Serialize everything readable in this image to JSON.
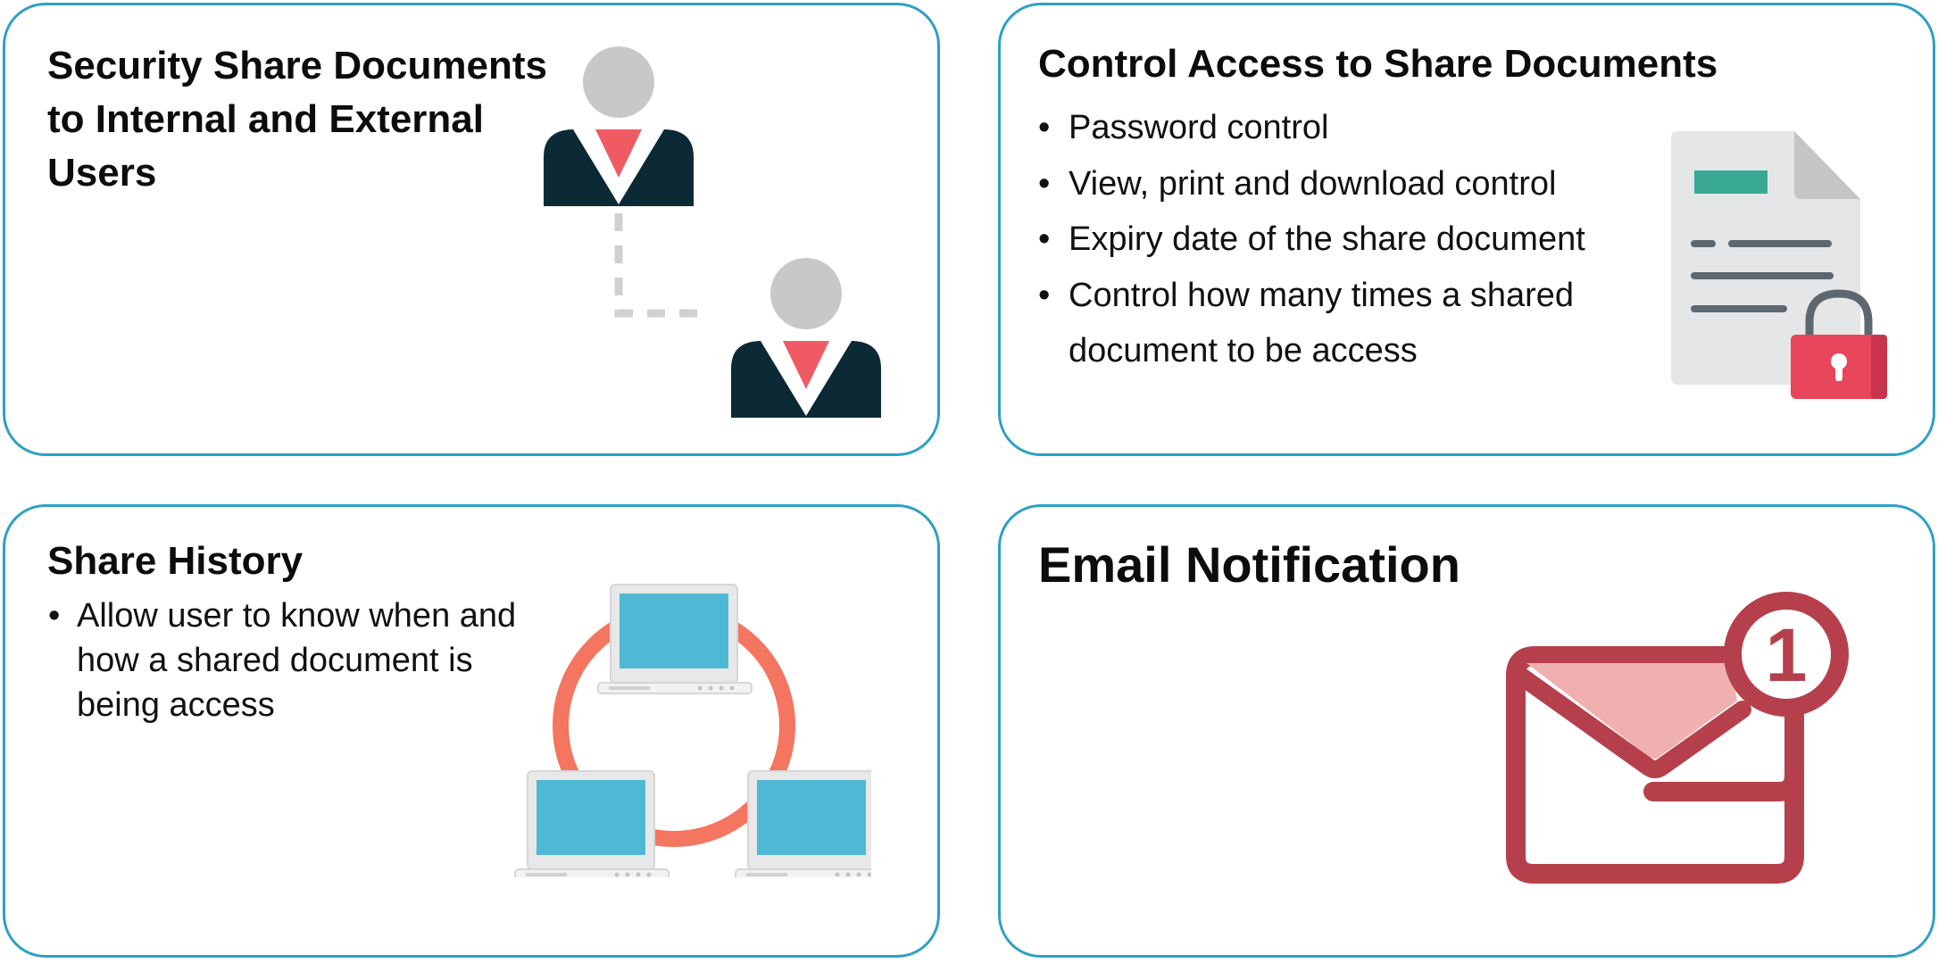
{
  "cards": {
    "secure_share": {
      "title": "Security Share Documents to Internal and External Users",
      "icons": [
        "user-icon",
        "user-icon",
        "connector-line"
      ]
    },
    "access_control": {
      "title": "Control Access to Share Documents",
      "items": [
        "Password control",
        "View, print and download control",
        "Expiry date of the share document",
        "Control how many times a shared document to be access"
      ],
      "icons": [
        "locked-document-icon"
      ]
    },
    "share_history": {
      "title": "Share History",
      "items": [
        "Allow user to know when and how a shared document is being access"
      ],
      "icons": [
        "laptop-network-icon"
      ]
    },
    "email_notification": {
      "title": "Email Notification",
      "badge": "1",
      "icons": [
        "envelope-icon",
        "notification-badge"
      ]
    }
  },
  "colors": {
    "card_border": "#2ea0c4",
    "suit": "#0b2a36",
    "tie": "#f05a62",
    "head": "#c8c8c8",
    "doc_tag": "#3aa994",
    "lock": "#e8465b",
    "screen": "#4fb8d4",
    "ring": "#f47560",
    "envelope": "#b5404c",
    "envelope_flap": "#f0b0b0"
  }
}
